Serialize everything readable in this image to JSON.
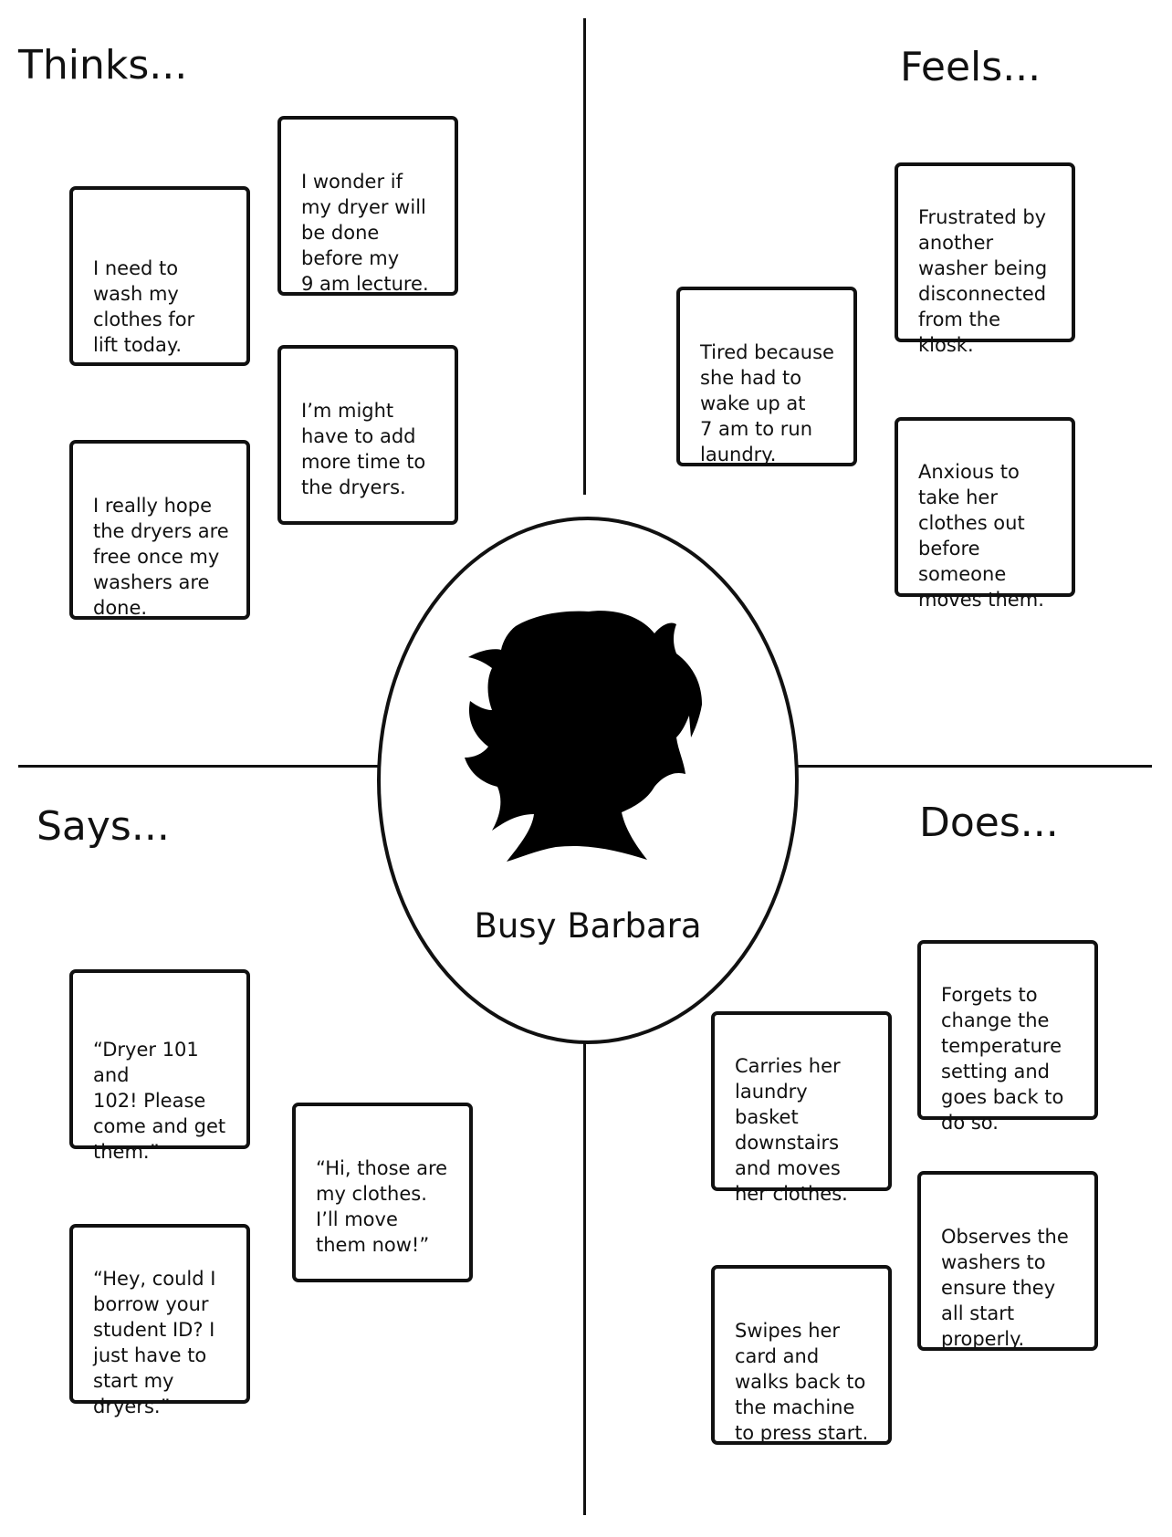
{
  "persona": {
    "name": "Busy Barbara",
    "image_icon": "woman-silhouette-icon"
  },
  "quadrants": {
    "thinks": {
      "heading": "Thinks...",
      "notes": [
        "I wonder if\nmy dryer will\nbe done\nbefore my\n9 am lecture.",
        "I need to\nwash my\nclothes for\nlift today.",
        "I’m might\nhave to add\nmore time to\nthe dryers.",
        "I really hope\nthe dryers are\nfree once my\nwashers are\ndone."
      ]
    },
    "feels": {
      "heading": "Feels...",
      "notes": [
        "Frustrated by\nanother\nwasher being\ndisconnected\nfrom the\nkiosk.",
        "Tired because\nshe had to\nwake up at\n7 am to run\nlaundry.",
        "Anxious to\ntake her\nclothes out\nbefore\nsomeone\nmoves them."
      ]
    },
    "says": {
      "heading": "Says...",
      "notes": [
        "“Dryer 101 and\n102! Please\ncome and get\nthem.”",
        "“Hi, those are\nmy clothes.\nI’ll move\nthem now!”",
        "“Hey, could I\nborrow your\nstudent ID? I\njust have to\nstart my\ndryers.”"
      ]
    },
    "does": {
      "heading": "Does...",
      "notes": [
        "Forgets to\nchange the\ntemperature\nsetting and\ngoes back to\ndo so.",
        "Carries her\nlaundry\nbasket\ndownstairs\nand moves\nher clothes.",
        "Observes the\nwashers to\nensure they\nall start\nproperly.",
        "Swipes her\ncard and\nwalks back to\nthe machine\nto press start."
      ]
    }
  },
  "colors": {
    "ink": "#111111",
    "background": "#ffffff"
  }
}
